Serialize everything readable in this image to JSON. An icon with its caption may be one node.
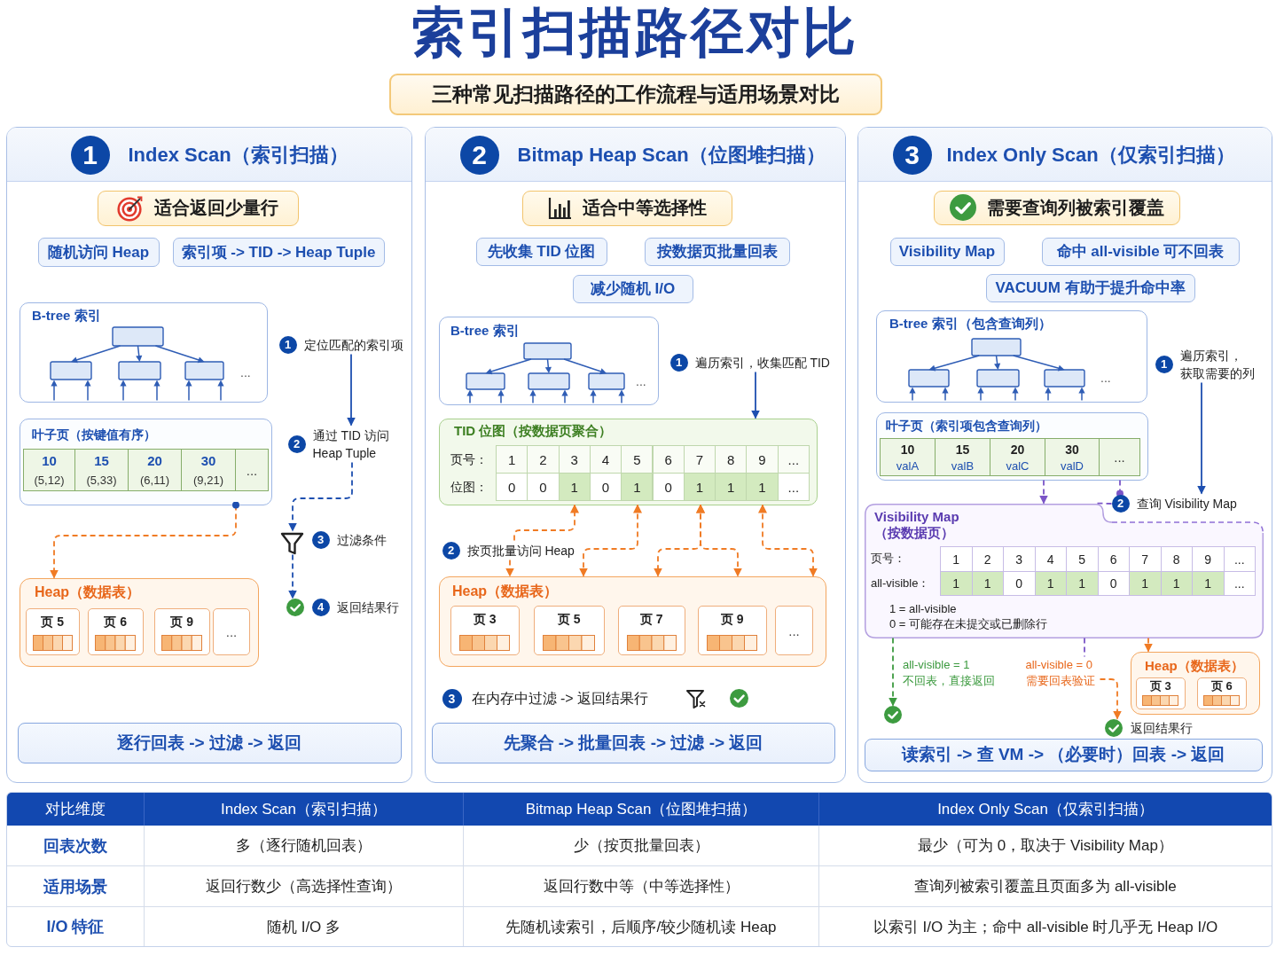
{
  "diagram": {
    "title": "索引扫描路径对比",
    "nodes": [
      {
        "text": [
          "三种常见扫描路径的工作流程与适用场景对比"
        ]
      },
      {
        "text": [
          "1",
          "Index Scan（索引扫描）"
        ]
      },
      {
        "text": [
          "适合返回少量行"
        ],
        "in": 1
      },
      {
        "text": [
          "随机访问 Heap"
        ],
        "in": 1
      },
      {
        "text": [
          "索引项 -> TID -> Heap Tuple"
        ],
        "in": 1
      },
      {
        "text": [
          "B-tree 索引",
          "..."
        ],
        "in": 1
      },
      {
        "text": [
          "叶子页（按键值有序）",
          "10",
          "(5,12)",
          "15",
          "(5,33)",
          "20",
          "(6,11)",
          "30",
          "(9,21)",
          "..."
        ],
        "in": 1
      },
      {
        "text": [
          "Heap（数据表）"
        ],
        "in": 1
      },
      {
        "text": [
          "页 5"
        ],
        "in": 7
      },
      {
        "text": [
          "页 6"
        ],
        "in": 7
      },
      {
        "text": [
          "页 9"
        ],
        "in": 7
      },
      {
        "text": [
          "..."
        ],
        "in": 7
      },
      {
        "text": [
          "1",
          "定位匹配的索引项"
        ],
        "in": 1
      },
      {
        "text": [
          "2",
          "通过 TID 访问 Heap Tuple"
        ],
        "in": 1
      },
      {
        "text": [],
        "shape": "picture",
        "in": 1
      },
      {
        "text": [
          "3",
          "过滤条件"
        ],
        "in": 1
      },
      {
        "text": [],
        "shape": "circle",
        "in": 1
      },
      {
        "text": [
          "4",
          "返回结果行"
        ],
        "in": 1
      },
      {
        "text": [
          "逐行回表 -> 过滤 -> 返回"
        ],
        "in": 1
      },
      {
        "text": [
          "2",
          "Bitmap Heap Scan（位图堆扫描）"
        ]
      },
      {
        "text": [
          "适合中等选择性"
        ],
        "in": 19
      },
      {
        "text": [
          "先收集 TID 位图"
        ],
        "in": 19
      },
      {
        "text": [
          "按数据页批量回表"
        ],
        "in": 19
      },
      {
        "text": [
          "减少随机 I/O"
        ],
        "in": 19
      },
      {
        "text": [
          "B-tree 索引",
          "..."
        ],
        "in": 19
      },
      {
        "text": [
          "1",
          "遍历索引，收集匹配 TID"
        ],
        "in": 19
      },
      {
        "text": [
          "TID 位图（按数据页聚合）",
          "页号：",
          "1",
          "2",
          "3",
          "4",
          "5",
          "6",
          "7",
          "8",
          "9",
          "...",
          "位图：",
          "0",
          "0",
          "1",
          "0",
          "1",
          "0",
          "1",
          "1",
          "1",
          "..."
        ],
        "in": 19
      },
      {
        "text": [
          "2",
          "按页批量访问 Heap"
        ],
        "in": 19
      },
      {
        "text": [
          "Heap（数据表）"
        ],
        "in": 19
      },
      {
        "text": [
          "页 3"
        ],
        "in": 28
      },
      {
        "text": [
          "页 5"
        ],
        "in": 28
      },
      {
        "text": [
          "页 7"
        ],
        "in": 28
      },
      {
        "text": [
          "页 9"
        ],
        "in": 28
      },
      {
        "text": [
          "..."
        ],
        "in": 28
      },
      {
        "text": [
          "3",
          "在内存中过滤 -> 返回结果行"
        ],
        "in": 19
      },
      {
        "text": [
          "先聚合 -> 批量回表 -> 过滤 -> 返回"
        ],
        "in": 19
      },
      {
        "text": [
          "3",
          "Index Only Scan（仅索引扫描）"
        ]
      },
      {
        "text": [
          "需要查询列被索引覆盖"
        ],
        "in": 36
      },
      {
        "text": [
          "Visibility Map"
        ],
        "in": 36
      },
      {
        "text": [
          "命中 all-visible 可不回表"
        ],
        "in": 36
      },
      {
        "text": [
          "VACUUM 有助于提升命中率"
        ],
        "in": 36
      },
      {
        "text": [
          "B-tree 索引（包含查询列）",
          "..."
        ],
        "in": 36
      },
      {
        "text": [
          "1",
          "遍历索引，获取需要的列"
        ],
        "in": 36
      },
      {
        "text": [
          "叶子页（索引项包含查询列）",
          "10",
          "valA",
          "15",
          "valB",
          "20",
          "valC",
          "30",
          "valD",
          "..."
        ],
        "in": 36
      },
      {
        "text": [
          "2",
          "查询 Visibility Map"
        ],
        "in": 36
      },
      {
        "text": [
          "Visibility Map （按数据页）",
          "页号：",
          "1",
          "2",
          "3",
          "4",
          "5",
          "6",
          "7",
          "8",
          "9",
          "...",
          "all-visible：",
          "1",
          "1",
          "0",
          "1",
          "1",
          "0",
          "1",
          "1",
          "1",
          "...",
          "1 = all-visible",
          "0 = 可能存在未提交或已删除行"
        ],
        "in": 36
      },
      {
        "text": [],
        "shape": "circle",
        "in": 36
      },
      {
        "text": [
          "all-visible = 0 需要回表验证"
        ],
        "in": 36
      },
      {
        "text": [
          "Heap（数据表）"
        ],
        "in": 36
      },
      {
        "text": [
          "页 3"
        ],
        "in": 48
      },
      {
        "text": [
          "页 6"
        ],
        "in": 48
      },
      {
        "text": [],
        "shape": "circle",
        "beside": [
          "返回结果行"
        ],
        "in": 36
      },
      {
        "text": [
          "读索引 -> 查 VM -> （必要时）回表 -> 返回"
        ],
        "in": 36
      }
    ],
    "edges": [
      {
        "from": 12,
        "to": 13,
        "arrow": "to",
        "color": "#1d4fb0"
      },
      {
        "from": 13,
        "to": 14,
        "arrow": "to",
        "style": "dashed",
        "color": "#1d4fb0"
      },
      {
        "from": 14,
        "to": 16,
        "arrow": "to",
        "style": "dashed",
        "color": "#1d4fb0"
      },
      {
        "from": 6,
        "to": 7,
        "arrow": "to",
        "style": "dashed"
      },
      {
        "from": 25,
        "to": 26,
        "arrow": "to",
        "color": "#1d4fb0"
      },
      {
        "from": 27,
        "to": 26,
        "arrow": "to",
        "style": "dashed"
      },
      {
        "from": 27,
        "to": 28,
        "arrow": "to",
        "style": "dashed"
      },
      {
        "from": 26,
        "to": 28,
        "arrow": "both",
        "style": "dashed"
      },
      {
        "from": 26,
        "to": 28,
        "arrow": "both",
        "style": "dashed"
      },
      {
        "from": 26,
        "to": 28,
        "arrow": "both",
        "style": "dashed"
      },
      {
        "from": 26,
        "to": 28,
        "arrow": "both",
        "style": "dashed"
      },
      {
        "from": 42,
        "to": 44,
        "arrow": "to",
        "color": "#1d4fb0"
      },
      {
        "from": 43,
        "to": 45,
        "arrow": "to",
        "style": "dashed",
        "color": "#7b55c7"
      },
      {
        "from": 43,
        "to": 44,
        "arrow": "other",
        "style": "dashed",
        "color": "#7b55c7"
      },
      {
        "from": 44,
        "to": 45,
        "arrow": "none",
        "style": "dashed",
        "color": "#7b55c7"
      },
      {
        "from": 45,
        "to": 46,
        "arrow": "to",
        "style": "dashed",
        "color": "#3c9a3f",
        "label": "all-visible = 1 不回表，直接返回"
      },
      {
        "from": 45,
        "to": 47,
        "arrow": "none",
        "style": "dashed",
        "color": "#7b55c7"
      },
      {
        "from": 45,
        "to": 48,
        "arrow": "to",
        "style": "dashed"
      },
      {
        "from": 47,
        "to": 51,
        "arrow": "to",
        "style": "dashed"
      }
    ],
    "labels": [
      "对比维度",
      "Index Scan（索引扫描）",
      "Bitmap Heap Scan（位图堆扫描）",
      "Index Only Scan（仅索引扫描）",
      "回表次数",
      "多（逐行随机回表）",
      "少（按页批量回表）",
      "最少（可为 0，取决于 Visibility Map）",
      "适用场景",
      "返回行数少（高选择性查询）",
      "返回行数中等（中等选择性）",
      "查询列被索引覆盖且页面多为 all-visible",
      "I/O 特征",
      "随机 I/O 多",
      "先随机读索引，后顺序/较少随机读 Heap",
      "以索引 I/O 为主；命中 all-visible 时几乎无 Heap I/O"
    ]
  }
}
